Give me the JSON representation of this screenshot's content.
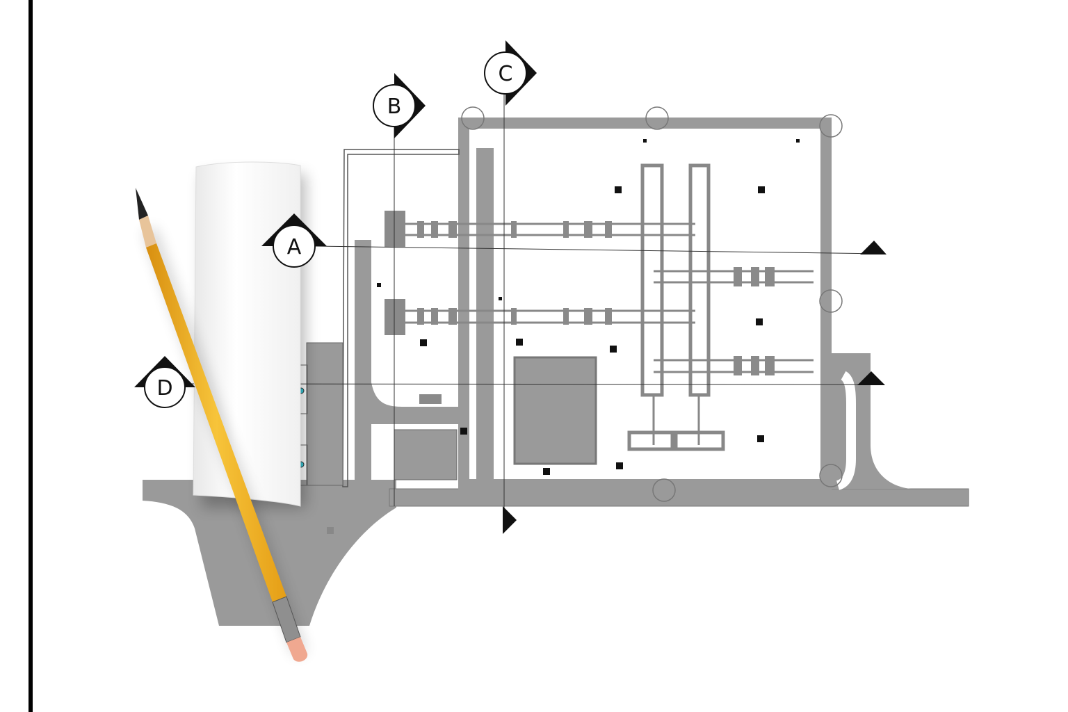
{
  "drawing": {
    "section_markers": [
      {
        "label": "A"
      },
      {
        "label": "B"
      },
      {
        "label": "C"
      },
      {
        "label": "D"
      }
    ]
  },
  "colors": {
    "wall": "#9a9a9a",
    "line": "#222222",
    "pencil": "#f2b321",
    "eraser": "#f0a890",
    "accent_dot": "#3cc8d8"
  }
}
